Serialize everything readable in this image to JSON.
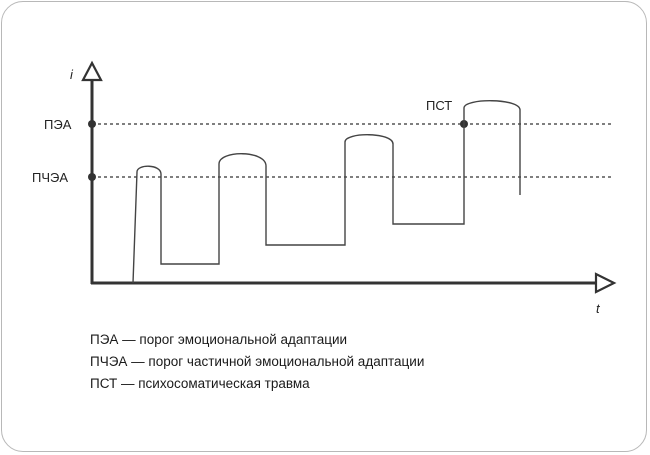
{
  "axes": {
    "y_label": "i",
    "x_label": "t"
  },
  "levels": [
    {
      "label": "ПЭА"
    },
    {
      "label": "ПЧЭА"
    }
  ],
  "event_label": "ПСТ",
  "legend": [
    "ПЭА — порог эмоциональной адаптации",
    "ПЧЭА — порог частичной эмоциональной адаптации",
    "ПСТ — психосоматическая травма"
  ],
  "colors": {
    "axis": "#333333",
    "curve": "#444444",
    "border": "#b8b8b8"
  }
}
